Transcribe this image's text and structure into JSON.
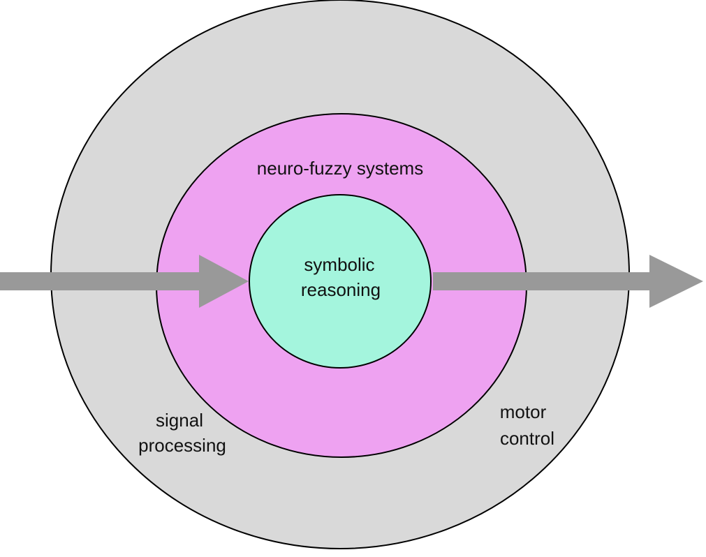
{
  "colors": {
    "background": "#ffffff",
    "outer_ring": "#d9d9d9",
    "middle_ring": "#eea2f1",
    "core": "#a4f5dd",
    "arrow": "#999999",
    "outline": "#000000"
  },
  "rings": {
    "outer": {
      "left_label": [
        "signal",
        "processing"
      ],
      "right_label": [
        "motor",
        "control"
      ]
    },
    "middle": {
      "label": "neuro-fuzzy systems"
    },
    "core": {
      "label": [
        "symbolic",
        "reasoning"
      ]
    }
  },
  "arrows": {
    "input": "arrow-right-icon",
    "output": "arrow-right-icon"
  }
}
